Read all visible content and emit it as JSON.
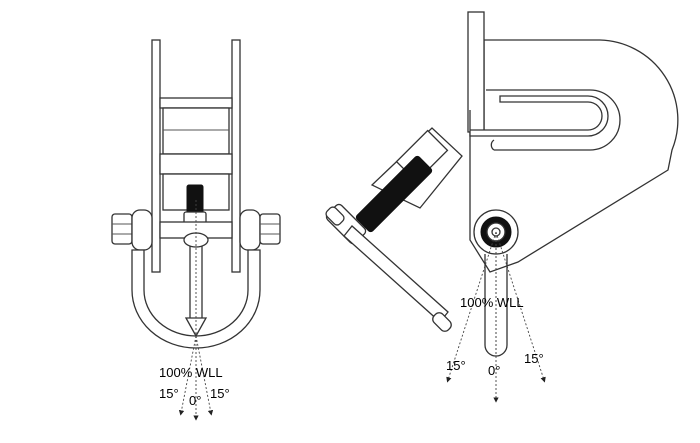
{
  "left_view": {
    "wll_label": "100% WLL",
    "angle_left": "15°",
    "angle_center": "0°",
    "angle_right": "15°"
  },
  "right_view": {
    "wll_label": "100% WLL",
    "angle_left": "15°",
    "angle_center": "0°",
    "angle_right": "15°"
  }
}
